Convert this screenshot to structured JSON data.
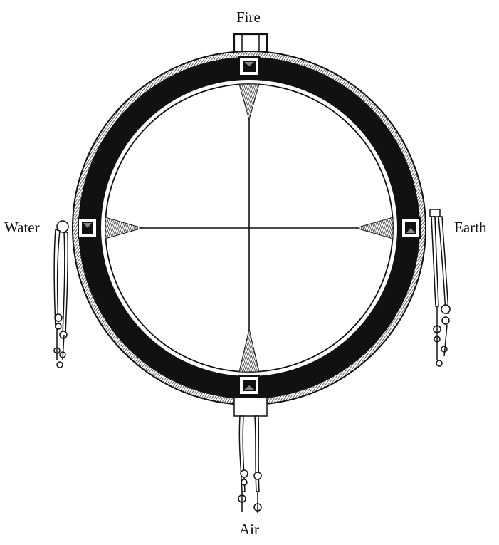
{
  "labels": {
    "top": "Fire",
    "left": "Water",
    "right": "Earth",
    "bottom": "Air"
  },
  "colors": {
    "ink": "#111111",
    "paper": "#ffffff"
  }
}
